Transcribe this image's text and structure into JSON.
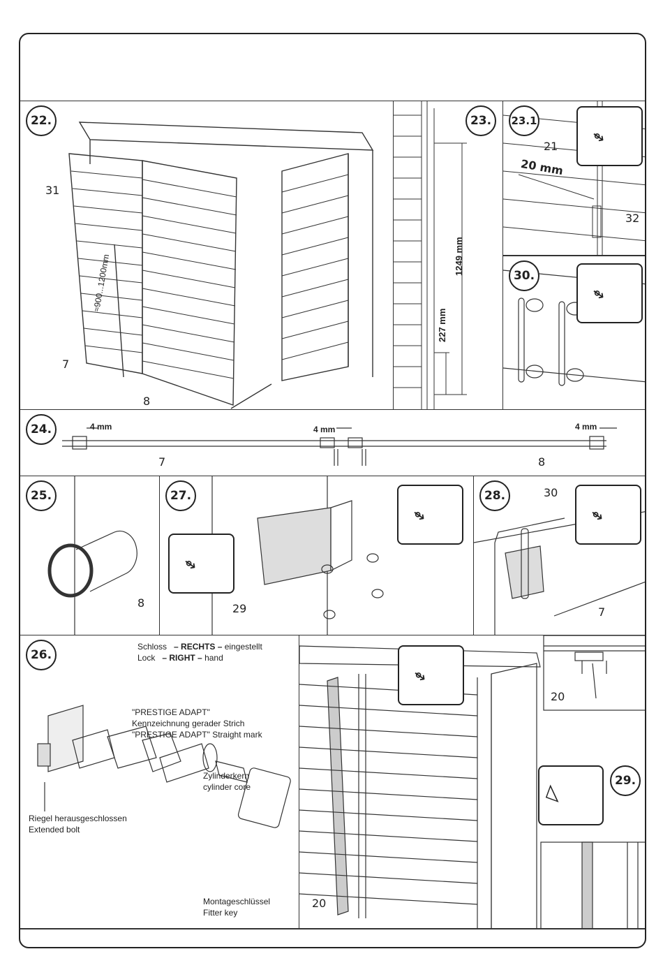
{
  "steps": {
    "s22": {
      "num": "22.",
      "labels": {
        "l31": "31",
        "l7": "7",
        "l8": "8",
        "range": "≈900...1200mm"
      }
    },
    "s23": {
      "num": "23.",
      "dim1": "1249 mm",
      "dim2": "227 mm"
    },
    "s23_1": {
      "num": "23.1",
      "l21": "21",
      "dim": "20 mm",
      "l32": "32"
    },
    "s30": {
      "num": "30."
    },
    "s24": {
      "num": "24.",
      "gap": "4 mm",
      "l7": "7",
      "l8": "8"
    },
    "s25": {
      "num": "25.",
      "l8": "8"
    },
    "s27": {
      "num": "27.",
      "l29": "29"
    },
    "s28": {
      "num": "28.",
      "l30": "30",
      "l7": "7"
    },
    "s26": {
      "num": "26.",
      "lock_de_prefix": "Schloss",
      "lock_de_bold": "– RECHTS –",
      "lock_de_suffix": "eingestellt",
      "lock_en_prefix": "Lock",
      "lock_en_bold": "– RIGHT –",
      "lock_en_suffix": "hand",
      "prestige_1": "\"PRESTIGE ADAPT\"",
      "prestige_2": "Kennzeichnung gerader Strich",
      "prestige_3": "\"PRESTIGE ADAPT\" Straight mark",
      "core_de": "Zylinderkern",
      "core_en": "cylinder core",
      "bolt_de": "Riegel herausgeschlossen",
      "bolt_en": "Extended bolt",
      "key_de": "Montageschlüssel",
      "key_en": "Fitter key",
      "l20_a": "20",
      "l20_b": "20"
    },
    "s29": {
      "num": "29."
    }
  }
}
